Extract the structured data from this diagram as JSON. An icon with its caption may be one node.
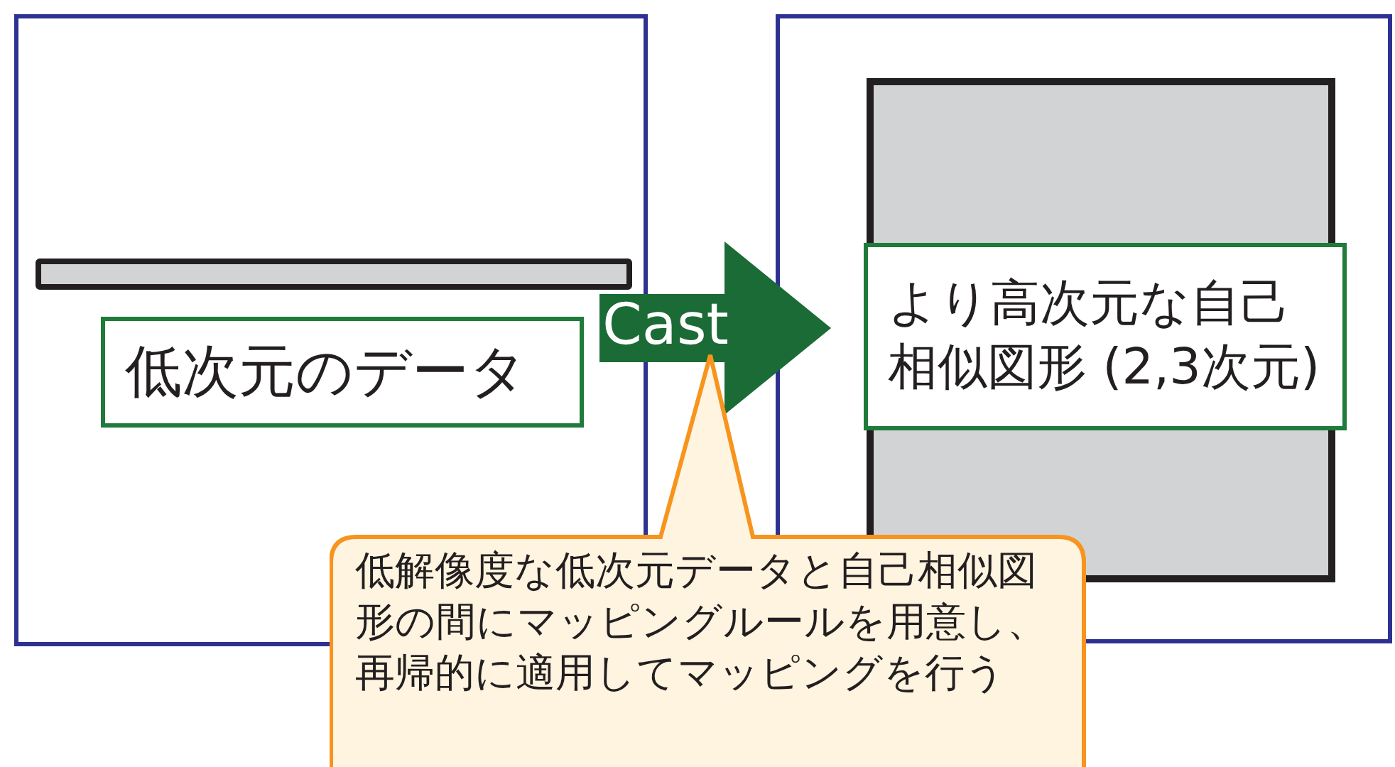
{
  "diagram": {
    "nodes": [
      {
        "text": [],
        "shape": "box"
      },
      {
        "text": [],
        "shape": "bar",
        "in": 0
      },
      {
        "text": [
          "低次元のデータ"
        ],
        "in": 0
      },
      {
        "text": [],
        "shape": "box"
      },
      {
        "text": [],
        "shape": "box",
        "in": 3
      },
      {
        "text": [
          "より高次元な自己相似図形 (2,3次元)"
        ],
        "in": 4
      },
      {
        "text": [
          "低解像度な低次元データと自己相似図形の間にマッピングルールを用意し、再帰的に適用してマッピングを行う"
        ]
      }
    ],
    "edges": [
      {
        "from": 2,
        "to": 5,
        "arrow": "to",
        "label": "Cast",
        "color": "#1a6b35"
      }
    ]
  }
}
